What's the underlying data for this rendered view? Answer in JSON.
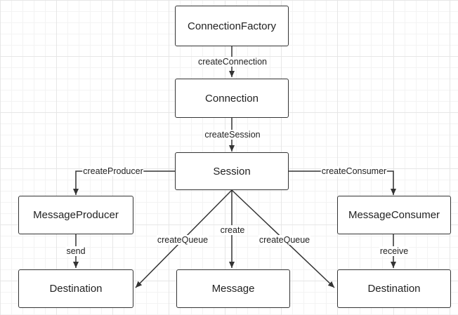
{
  "nodes": {
    "connection_factory": "ConnectionFactory",
    "connection": "Connection",
    "session": "Session",
    "message_producer": "MessageProducer",
    "message_consumer": "MessageConsumer",
    "destination_left": "Destination",
    "message": "Message",
    "destination_right": "Destination"
  },
  "edges": {
    "create_connection": "createConnection",
    "create_session": "createSession",
    "create_producer": "createProducer",
    "create_consumer": "createConsumer",
    "send": "send",
    "receive": "receive",
    "create_queue_left": "createQueue",
    "create": "create",
    "create_queue_right": "createQueue"
  }
}
